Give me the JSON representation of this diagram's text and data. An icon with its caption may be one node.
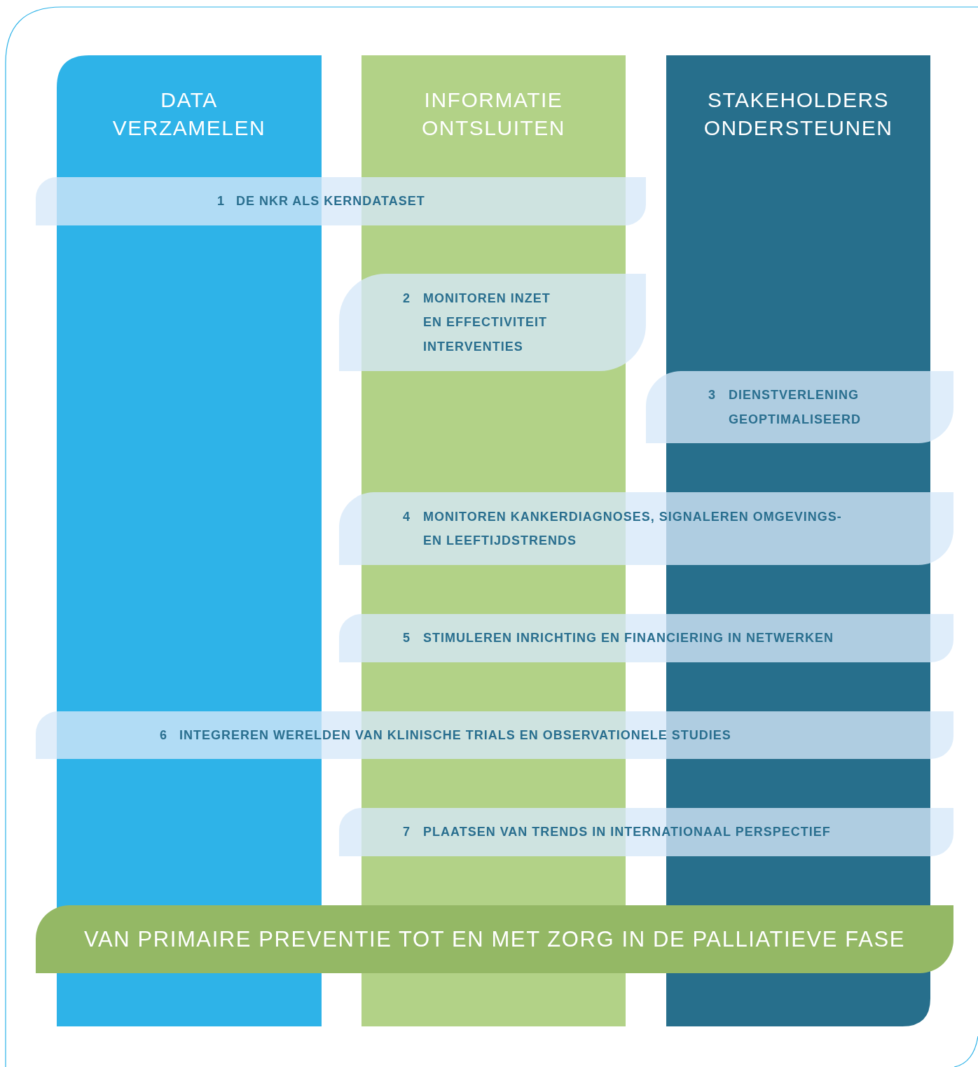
{
  "diagram": {
    "nodes": [
      {
        "text": [
          "DATA VERZAMELEN"
        ]
      },
      {
        "text": [
          "INFORMATIE ONTSLUITEN"
        ]
      },
      {
        "text": [
          "STAKEHOLDERS ONDERSTEUNEN"
        ]
      },
      {
        "text": [
          "1",
          "DE NKR ALS KERNDATASET"
        ]
      },
      {
        "text": [
          "2",
          "MONITOREN INZET EN EFFECTIVITEIT INTERVENTIES"
        ]
      },
      {
        "text": [
          "3",
          "DIENSTVERLENING GEOPTIMALISEERD"
        ]
      },
      {
        "text": [
          "4",
          "MONITOREN KANKERDIAGNOSES, SIGNALEREN OMGEVINGS- EN LEEFTIJDSTRENDS"
        ]
      },
      {
        "text": [
          "5",
          "STIMULEREN INRICHTING EN FINANCIERING IN NETWERKEN"
        ]
      },
      {
        "text": [
          "6",
          "INTEGREREN WERELDEN VAN KLINISCHE TRIALS EN OBSERVATIONELE STUDIES"
        ]
      },
      {
        "text": [
          "7",
          "PLAATSEN VAN TRENDS IN INTERNATIONAAL PERSPECTIEF"
        ]
      },
      {
        "text": [
          "VAN PRIMAIRE PREVENTIE TOT EN MET ZORG IN DE PALLIATIEVE FASE"
        ]
      }
    ],
    "edges": []
  }
}
